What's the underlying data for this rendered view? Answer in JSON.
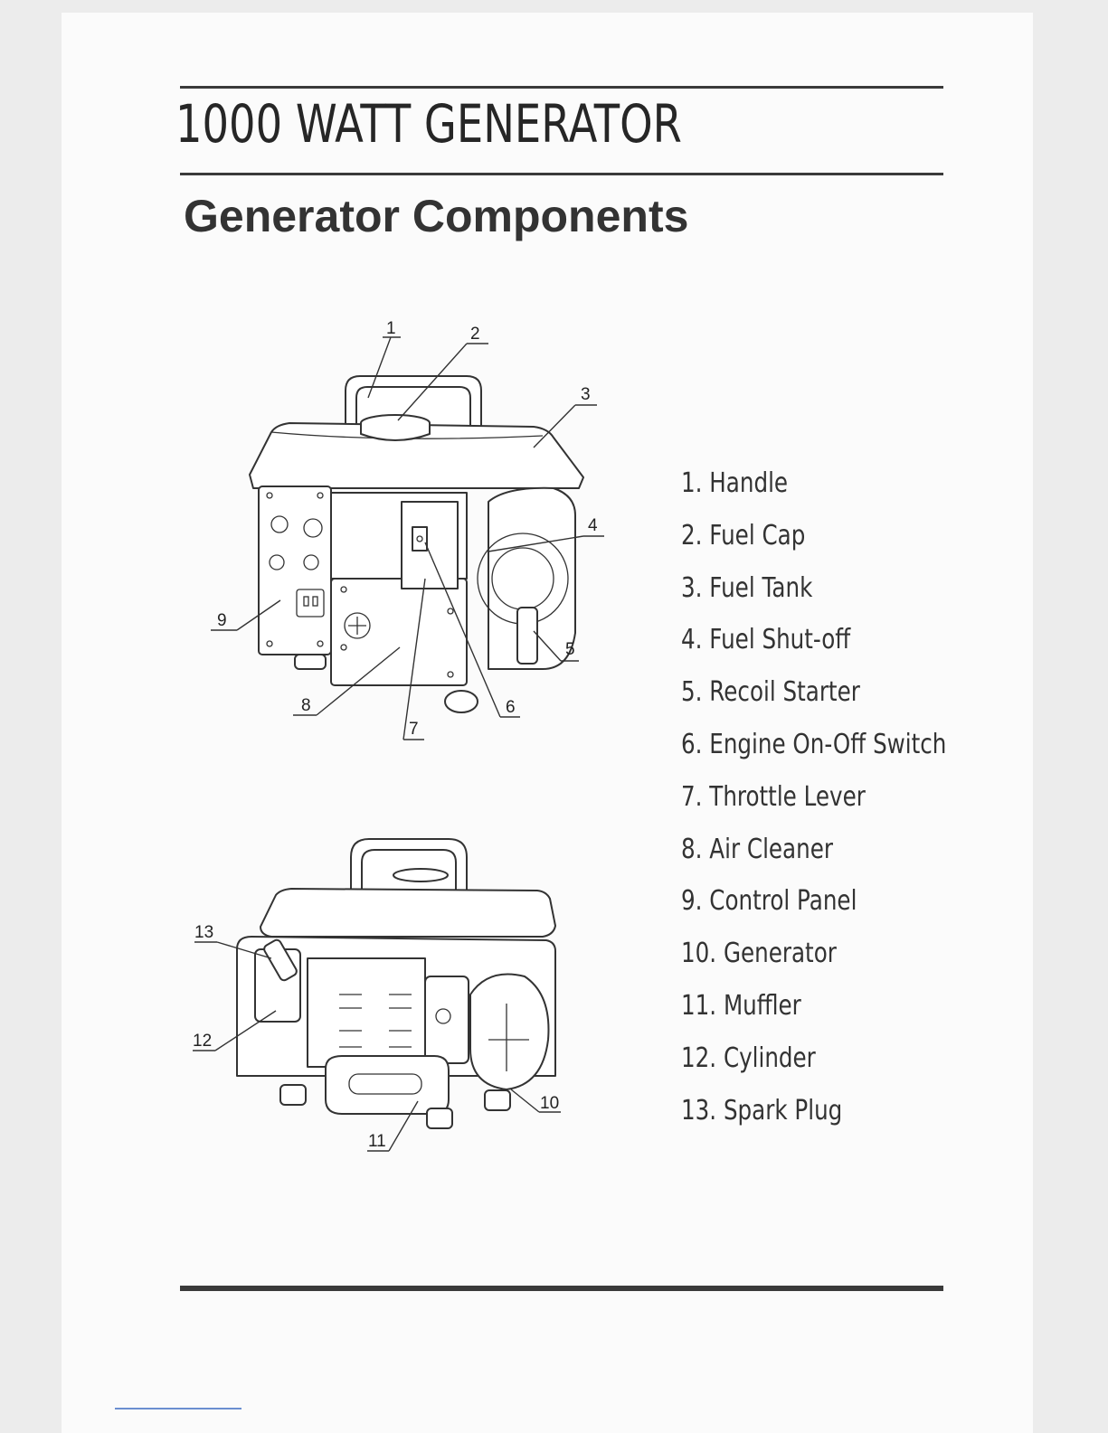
{
  "document": {
    "title": "1000 WATT GENERATOR",
    "section_title": "Generator Components"
  },
  "components": [
    "1. Handle",
    "2. Fuel Cap",
    "3. Fuel Tank",
    "4. Fuel Shut-off",
    "5. Recoil Starter",
    "6. Engine On-Off Switch",
    "7. Throttle Lever",
    "8. Air Cleaner",
    "9. Control Panel",
    "10. Generator",
    "11. Muffler",
    "12. Cylinder",
    "13. Spark Plug"
  ],
  "callouts_front": [
    "1",
    "2",
    "3",
    "4",
    "5",
    "6",
    "7",
    "8",
    "9"
  ],
  "callouts_rear": [
    "10",
    "11",
    "12",
    "13"
  ]
}
